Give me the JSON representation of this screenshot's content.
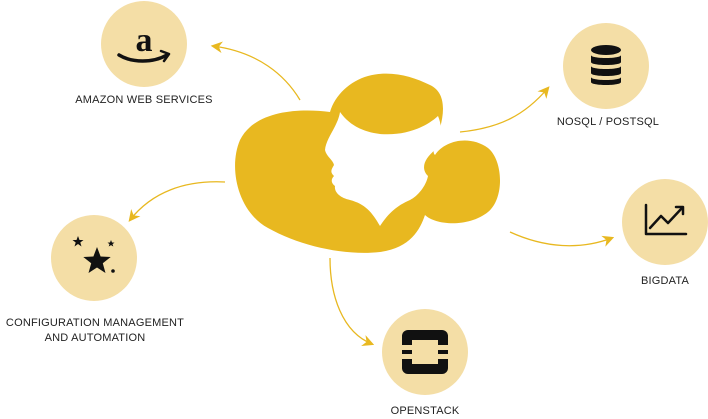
{
  "colors": {
    "accent": "#e8b820",
    "circle_bg": "#f4dea6",
    "icon": "#111111",
    "text": "#222222"
  },
  "nodes": [
    {
      "id": "aws",
      "icon": "amazon-logo-icon",
      "label_lines": [
        "AMAZON WEB SERVICES"
      ]
    },
    {
      "id": "nosql",
      "icon": "database-icon",
      "label_lines": [
        "NOSQL / POSTSQL"
      ]
    },
    {
      "id": "bigdata",
      "icon": "trend-chart-icon",
      "label_lines": [
        "BIGDATA"
      ]
    },
    {
      "id": "openstack",
      "icon": "openstack-logo-icon",
      "label_lines": [
        "OPENSTACK"
      ]
    },
    {
      "id": "config",
      "icon": "stars-icon",
      "label_lines": [
        "CONFIGURATION MANAGEMENT",
        "AND AUTOMATION"
      ]
    }
  ],
  "center": {
    "icon": "cloud-with-face-profile-icon"
  }
}
